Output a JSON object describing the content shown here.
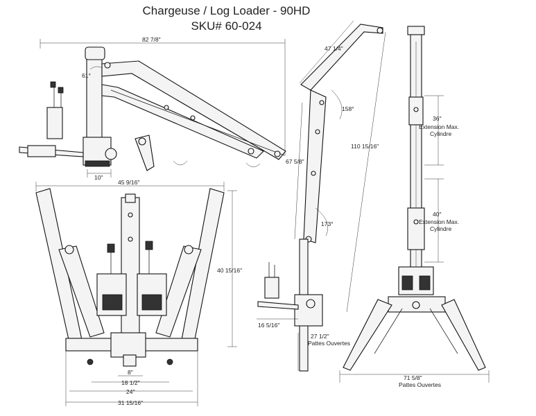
{
  "title": {
    "line1": "Chargeuse / Log Loader - 90HD",
    "line2": "SKU# 60-024"
  },
  "dimensions": {
    "overall_length": "82 7/8\"",
    "seat_angle": "61°",
    "base_width": "10\"",
    "top_width": "45 9/16\"",
    "height": "40 15/16\"",
    "inner_8": "8\"",
    "inner_18": "18 1/2\"",
    "inner_24": "24\"",
    "overall_width": "31 15/16\"",
    "boom_top": "47 1/4\"",
    "boom_angle_top": "158°",
    "boom_mid": "67 5/8\"",
    "boom_angle_bottom": "173°",
    "reach_total": "110 15/16\"",
    "stand_offset": "16 5/16\"",
    "legs_open_side": "27 1/2\"",
    "legs_open_side_label": "Pattes Ouvertes",
    "cyl_ext_top": "36\"",
    "cyl_ext_top_label1": "Extension Max.",
    "cyl_ext_top_label2": "Cylindre",
    "cyl_ext_bottom": "40\"",
    "cyl_ext_bottom_label1": "Extension Max.",
    "cyl_ext_bottom_label2": "Cylindre",
    "legs_open_front": "71 5/8\"",
    "legs_open_front_label": "Pattes Ouvertes"
  }
}
